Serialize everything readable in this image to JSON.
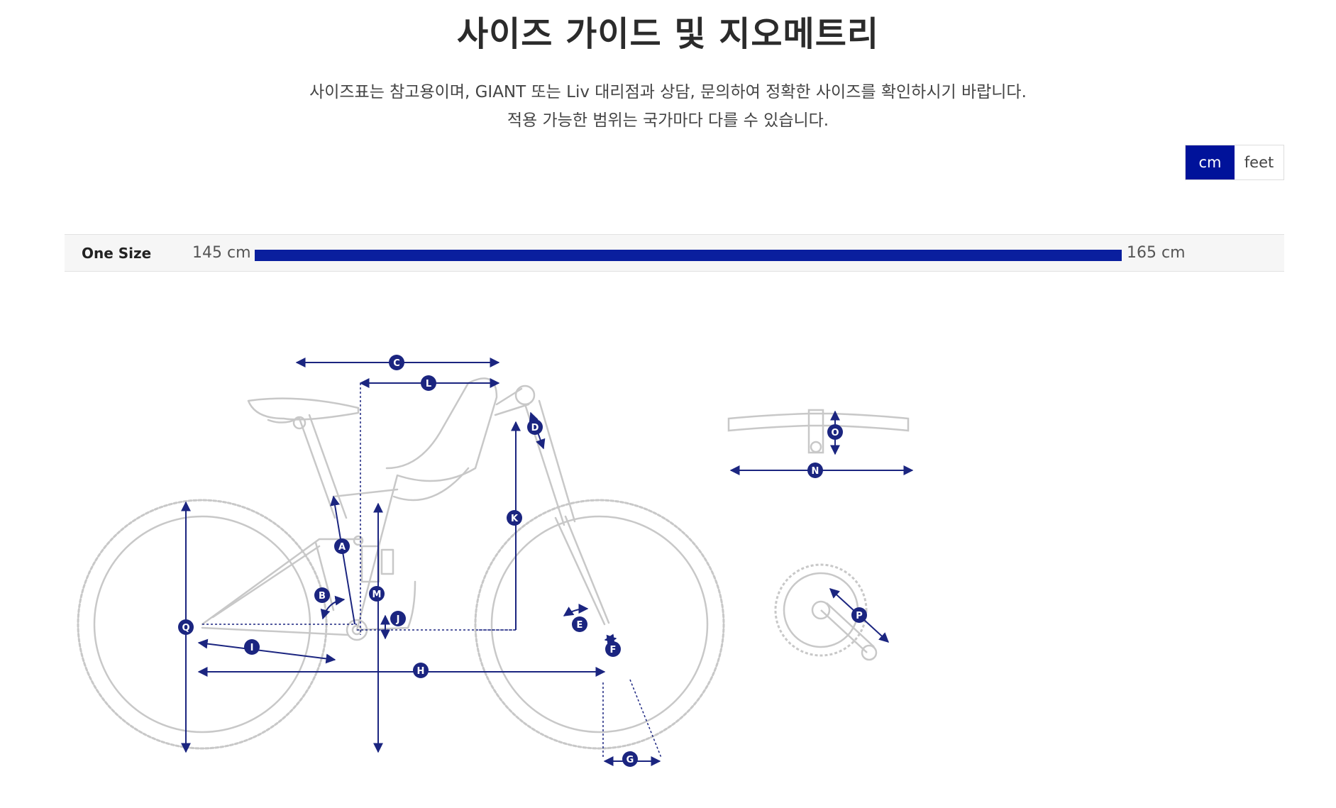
{
  "page": {
    "title": "사이즈 가이드 및 지오메트리",
    "description_line1": "사이즈표는 참고용이며, GIANT 또는 Liv 대리점과 상담, 문의하여 정확한 사이즈를 확인하시기 바랍니다.",
    "description_line2": "적용 가능한 범위는 국가마다 다를 수 있습니다."
  },
  "units": {
    "cm": "cm",
    "feet": "feet",
    "selected": "cm",
    "active_color": "#00129a"
  },
  "size_guide": {
    "size_label": "One Size",
    "range_min": "145 cm",
    "range_max": "165 cm",
    "bar_color": "#0a1f9e"
  },
  "diagram": {
    "labels": [
      "A",
      "B",
      "C",
      "D",
      "E",
      "F",
      "G",
      "H",
      "I",
      "J",
      "K",
      "L",
      "M",
      "N",
      "O",
      "P",
      "Q"
    ],
    "line_color": "#c8c8c8",
    "measure_color": "#1b2580"
  }
}
